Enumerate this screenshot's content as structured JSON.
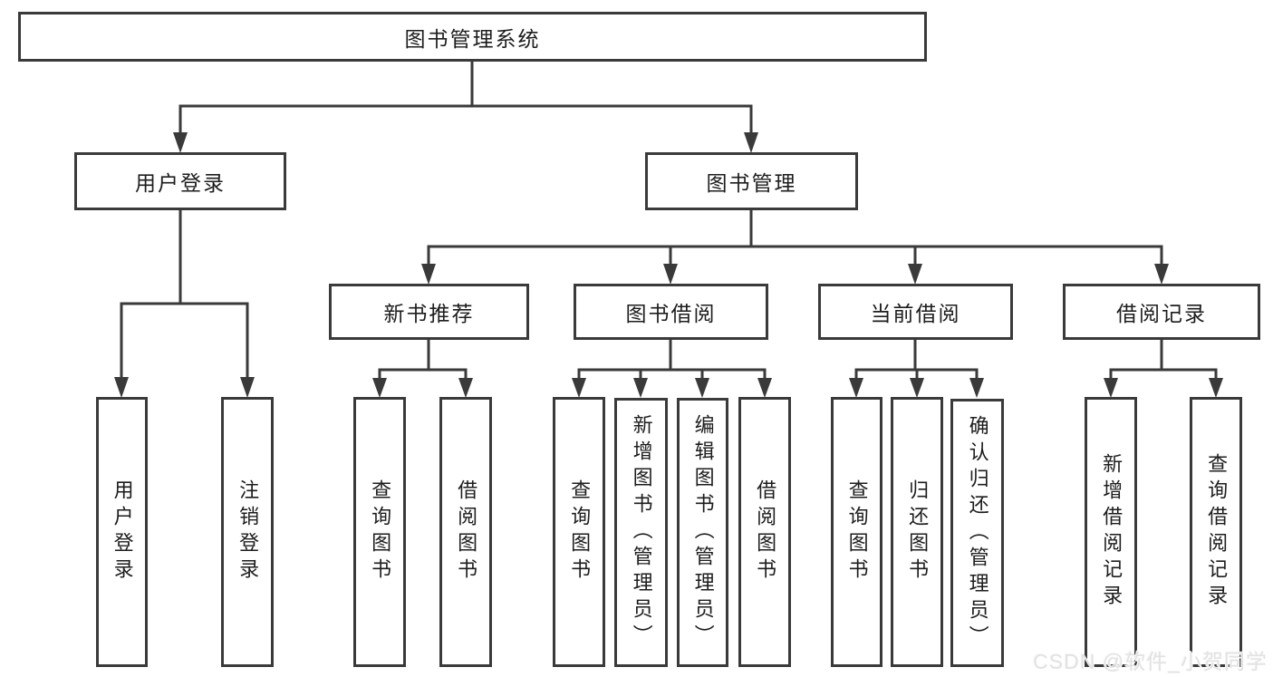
{
  "colors": {
    "line": "#3a3a3a",
    "text": "#1d1d1d",
    "background": "#ffffff"
  },
  "nodes": {
    "root": {
      "label": "图书管理系统"
    },
    "level2": [
      {
        "label": "用户登录"
      },
      {
        "label": "图书管理"
      }
    ],
    "level3": [
      {
        "label": "新书推荐"
      },
      {
        "label": "图书借阅"
      },
      {
        "label": "当前借阅"
      },
      {
        "label": "借阅记录"
      }
    ],
    "leaves": {
      "user_login": [
        {
          "label": "用户登录"
        },
        {
          "label": "注销登录"
        }
      ],
      "new_book_recommend": [
        {
          "label": "查询图书"
        },
        {
          "label": "借阅图书"
        }
      ],
      "book_borrow": [
        {
          "label": "查询图书"
        },
        {
          "label": "新增图书（管理员）"
        },
        {
          "label": "编辑图书（管理员）"
        },
        {
          "label": "借阅图书"
        }
      ],
      "current_borrow": [
        {
          "label": "查询图书"
        },
        {
          "label": "归还图书"
        },
        {
          "label": "确认归还（管理员）"
        }
      ],
      "borrow_records": [
        {
          "label": "新增借阅记录"
        },
        {
          "label": "查询借阅记录"
        }
      ]
    }
  },
  "watermark": "CSDN @软件_小贺同学"
}
